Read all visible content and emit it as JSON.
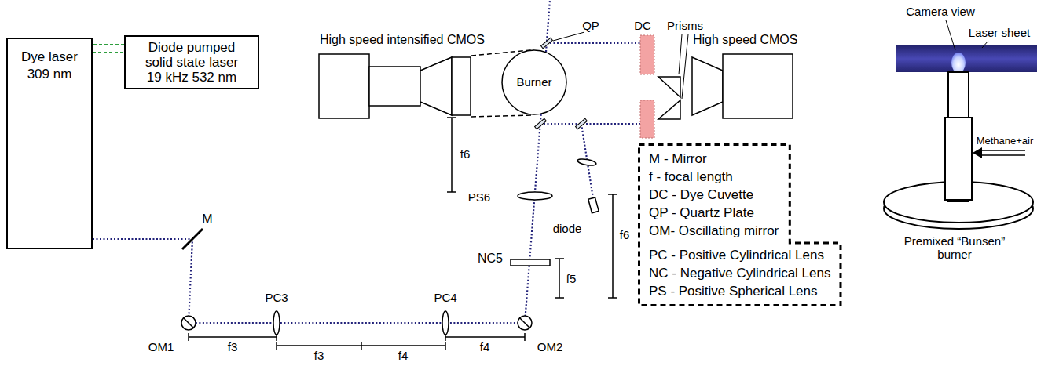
{
  "diagram": {
    "nodes": [
      {
        "text": [
          "Dye laser 309 nm"
        ]
      },
      {
        "text": [
          "Diode pumped solid state laser 19 kHz 532 nm"
        ]
      },
      {
        "text": [
          "High speed intensified CMOS"
        ]
      },
      {
        "text": [
          "Burner"
        ]
      },
      {
        "text": [
          "High speed CMOS"
        ]
      },
      {
        "text": [
          "M - Mirror",
          "f - focal length",
          "DC - Dye Cuvette",
          "QP - Quartz Plate",
          "OM- Oscillating mirror",
          "PC - Positive Cylindrical Lens",
          "NC - Negative Cylindrical Lens",
          "PS - Positive Spherical Lens"
        ]
      }
    ],
    "edges": [
      {
        "from": 1,
        "to": 0,
        "arrow": "none"
      },
      {
        "from": 2,
        "to": 3,
        "arrow": "none"
      },
      {
        "from": 0,
        "to": 3,
        "arrow": "none"
      }
    ],
    "labels": [
      "M",
      "OM1",
      "PC3",
      "PC4",
      "OM2",
      "NC5",
      "f5",
      "f6",
      "PS6",
      "f6",
      "QP",
      "DC",
      "Prisms",
      "diode",
      "f3",
      "f4",
      "f3",
      "f4",
      "Camera view",
      "Laser sheet",
      "Methane+air",
      "Premixed “Bunsen” burner"
    ]
  }
}
